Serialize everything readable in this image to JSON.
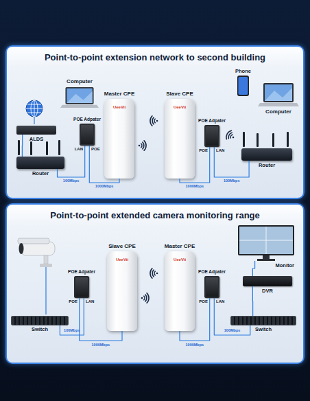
{
  "diagram": {
    "nodes": [
      {
        "text": [
          "Point-to-point extension network to second building"
        ]
      },
      {
        "text": [
          "Computer"
        ],
        "in": 0
      },
      {
        "text": [
          "ALDS"
        ],
        "in": 0
      },
      {
        "text": [
          "Router"
        ],
        "in": 0
      },
      {
        "text": [
          "POE Adpater",
          "LAN",
          "POE"
        ],
        "in": 0
      },
      {
        "text": [
          "Master CPE",
          "UeeVii"
        ],
        "in": 0
      },
      {
        "text": [
          "Slave CPE",
          "UeeVii"
        ],
        "in": 0
      },
      {
        "text": [
          "Phone"
        ],
        "in": 0
      },
      {
        "text": [
          "POE Adpater",
          "POE",
          "LAN"
        ],
        "in": 0
      },
      {
        "text": [
          "Computer"
        ],
        "in": 0
      },
      {
        "text": [
          "Router"
        ],
        "in": 0
      },
      {
        "text": [
          "Point-to-point extended camera monitoring range"
        ]
      },
      {
        "text": [
          "Slave CPE",
          "UeeVii"
        ],
        "in": 11
      },
      {
        "text": [
          "POE Adpater",
          "POE",
          "LAN"
        ],
        "in": 11
      },
      {
        "text": [
          "Master CPE",
          "UeeVii"
        ],
        "in": 11
      },
      {
        "text": [
          "POE Adpater",
          "POE",
          "LAN"
        ],
        "in": 11
      },
      {
        "text": [
          "Monitor"
        ],
        "in": 11
      },
      {
        "text": [
          "DVR"
        ],
        "in": 11
      },
      {
        "text": [
          "Switch"
        ],
        "in": 11
      },
      {
        "text": [
          "Switch"
        ],
        "in": 11
      }
    ],
    "edges": [
      {
        "from": 2,
        "to": 3,
        "arrow": "none"
      },
      {
        "from": 3,
        "to": 4,
        "label": "100Mbps",
        "arrow": "none"
      },
      {
        "from": 4,
        "to": 5,
        "label": "1000Mbps",
        "arrow": "none"
      },
      {
        "from": 6,
        "to": 8,
        "label": "1000Mbps",
        "arrow": "none"
      },
      {
        "from": 8,
        "to": 10,
        "label": "100Mbps",
        "arrow": "none"
      },
      {
        "from": 18,
        "to": 13,
        "label": "100Mbps",
        "arrow": "none"
      },
      {
        "from": 13,
        "to": 12,
        "label": "1000Mbps",
        "arrow": "none"
      },
      {
        "from": 14,
        "to": 15,
        "label": "1000Mbps",
        "arrow": "none"
      },
      {
        "from": 15,
        "to": 19,
        "label": "100Mbps",
        "arrow": "none"
      },
      {
        "from": 16,
        "to": 17,
        "arrow": "none"
      },
      {
        "from": 17,
        "to": 19,
        "arrow": "none"
      }
    ]
  }
}
